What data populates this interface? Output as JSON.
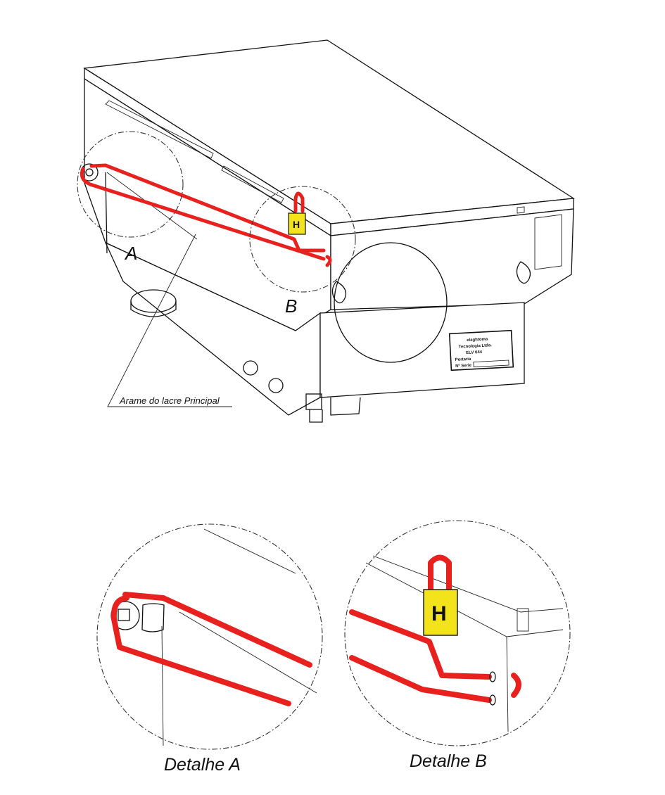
{
  "labels": {
    "detail_a_marker": "A",
    "detail_b_marker": "B",
    "callout": "Arame do lacre Principal",
    "detail_a_caption": "Detalhe A",
    "detail_b_caption": "Detalhe B"
  },
  "nameplate": {
    "line1": "elaghtoma",
    "line2": "Tecnologia Ltda.",
    "line3": "ELV 044",
    "line4": "Portaria",
    "line5": "Nº Serie"
  },
  "colors": {
    "seal_wire": "#e8201e",
    "seal_tag": "#f2e31a",
    "line": "#111111"
  }
}
